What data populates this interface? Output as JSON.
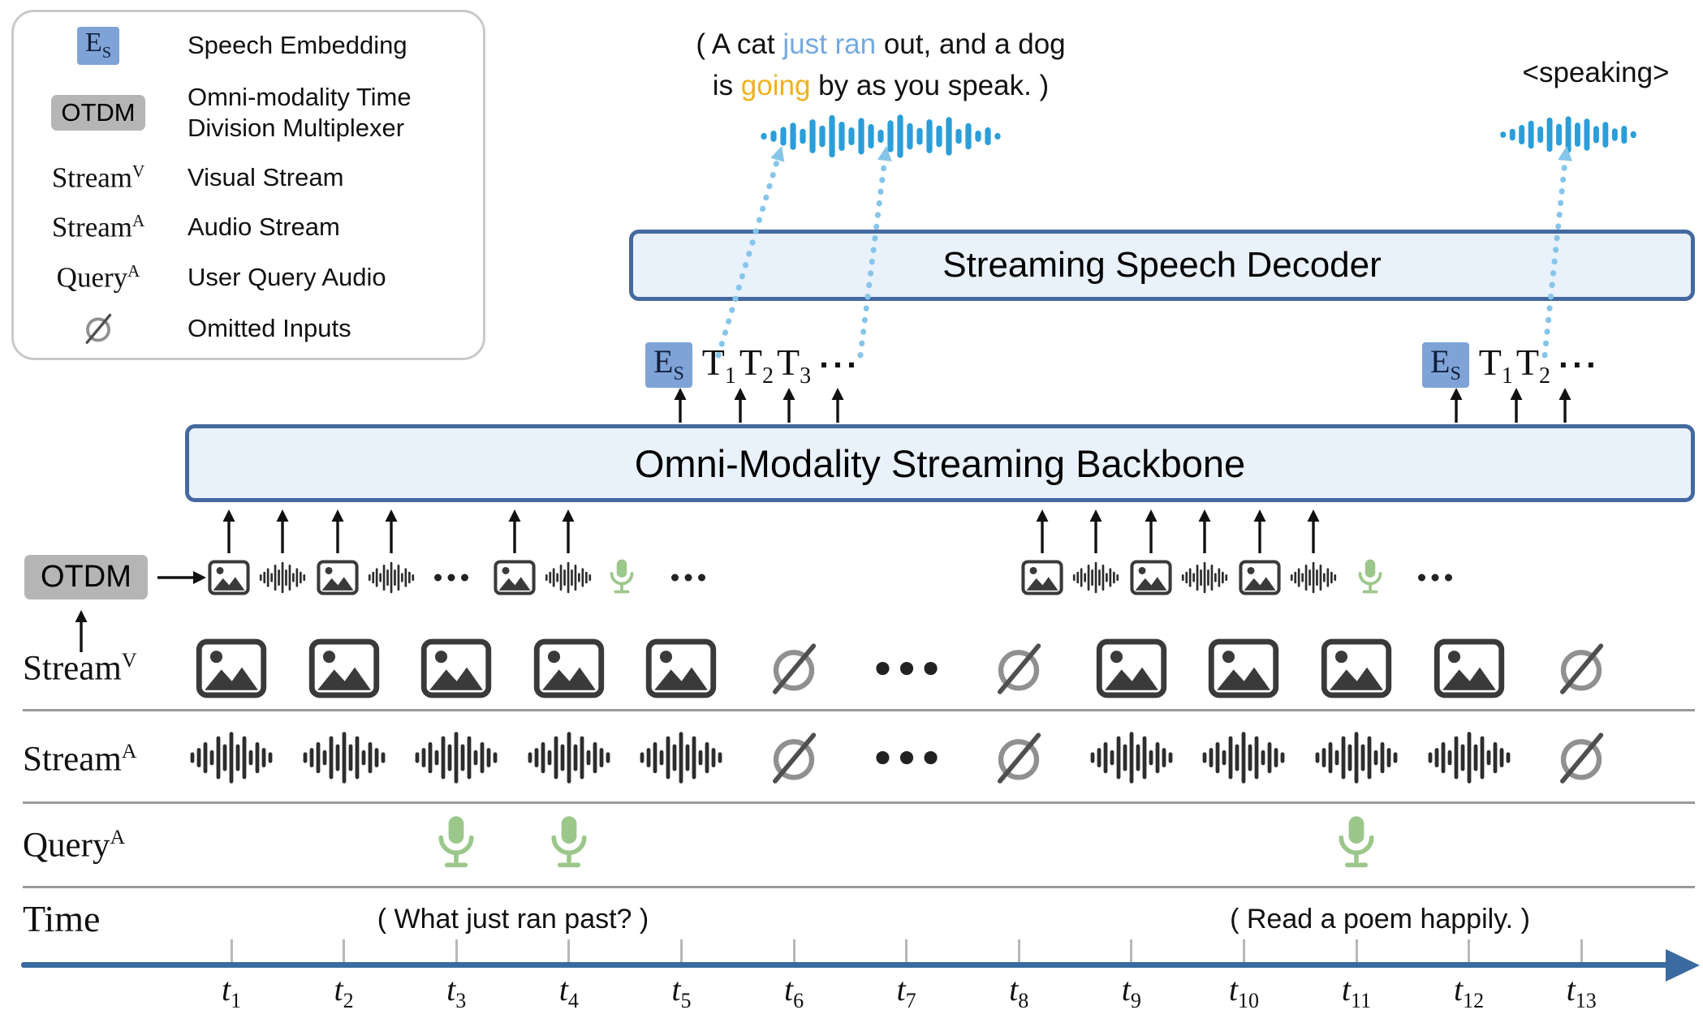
{
  "colors": {
    "box_border": "#44699f",
    "box_fill": "#e9f1fa",
    "es_fill": "#7fa3d7",
    "otdm_fill": "#b5b5b5",
    "mic_green": "#9cc78b",
    "wave_blue": "#2b9ed9",
    "wave_dark": "#2d2d2d",
    "highlight_blue": "#74aadf",
    "highlight_orange": "#f0b11e",
    "timeline_blue": "#3b6aa0",
    "empty_gray": "#909090"
  },
  "legend": {
    "items": [
      {
        "type": "es-chip",
        "base": "E",
        "sub": "S",
        "label": "Speech Embedding"
      },
      {
        "type": "otdm-chip",
        "text": "OTDM",
        "label": "Omni-modality Time Division Multiplexer"
      },
      {
        "type": "serif",
        "base": "Stream",
        "sup": "V",
        "label": "Visual Stream"
      },
      {
        "type": "serif",
        "base": "Stream",
        "sup": "A",
        "label": "Audio Stream"
      },
      {
        "type": "serif",
        "base": "Query",
        "sup": "A",
        "label": "User Query Audio"
      },
      {
        "type": "empty",
        "label": "Omitted Inputs"
      }
    ]
  },
  "speech_bubble": {
    "line1": [
      {
        "t": "( A cat "
      },
      {
        "t": "just ran",
        "c": "blue"
      },
      {
        "t": " out, and a dog"
      }
    ],
    "line2": [
      {
        "t": "is "
      },
      {
        "t": "going",
        "c": "orange"
      },
      {
        "t": " by as you speak. )"
      }
    ]
  },
  "speaking_tag": "<speaking>",
  "decoder": {
    "label": "Streaming Speech Decoder"
  },
  "backbone": {
    "label": "Omni-Modality Streaming Backbone"
  },
  "tokens": {
    "left": {
      "embedding": {
        "base": "E",
        "sub": "S"
      },
      "items": [
        {
          "base": "T",
          "sub": "1"
        },
        {
          "base": "T",
          "sub": "2"
        },
        {
          "base": "T",
          "sub": "3"
        }
      ],
      "ellipsis": "···"
    },
    "right": {
      "embedding": {
        "base": "E",
        "sub": "S"
      },
      "items": [
        {
          "base": "T",
          "sub": "1"
        },
        {
          "base": "T",
          "sub": "2"
        }
      ],
      "ellipsis": "···"
    }
  },
  "otdm": {
    "label": "OTDM",
    "left_icons": [
      "image-icon",
      "waveform-icon",
      "image-icon",
      "waveform-icon",
      "ellipsis-icon",
      "image-icon",
      "waveform-icon",
      "mic-icon",
      "ellipsis-icon"
    ],
    "right_icons": [
      "image-icon",
      "waveform-icon",
      "image-icon",
      "waveform-icon",
      "image-icon",
      "waveform-icon",
      "mic-icon",
      "ellipsis-icon"
    ]
  },
  "streams": {
    "visual": {
      "label": {
        "base": "Stream",
        "sup": "V"
      },
      "cells": [
        "image-icon",
        "image-icon",
        "image-icon",
        "image-icon",
        "image-icon",
        "empty-icon",
        "ellipsis-icon",
        "empty-icon",
        "image-icon",
        "image-icon",
        "image-icon",
        "image-icon",
        "empty-icon"
      ]
    },
    "audio": {
      "label": {
        "base": "Stream",
        "sup": "A"
      },
      "cells": [
        "waveform-icon",
        "waveform-icon",
        "waveform-icon",
        "waveform-icon",
        "waveform-icon",
        "empty-icon",
        "ellipsis-icon",
        "empty-icon",
        "waveform-icon",
        "waveform-icon",
        "waveform-icon",
        "waveform-icon",
        "empty-icon"
      ]
    },
    "query": {
      "label": {
        "base": "Query",
        "sup": "A"
      },
      "cells": [
        "none",
        "none",
        "mic-icon",
        "mic-icon",
        "none",
        "none",
        "none",
        "none",
        "none",
        "none",
        "mic-icon",
        "none",
        "none"
      ]
    }
  },
  "time": {
    "label": "Time",
    "captions": [
      "( What just ran past? )",
      "( Read a poem happily. )"
    ],
    "ticks": [
      {
        "base": "t",
        "sub": "1"
      },
      {
        "base": "t",
        "sub": "2"
      },
      {
        "base": "t",
        "sub": "3"
      },
      {
        "base": "t",
        "sub": "4"
      },
      {
        "base": "t",
        "sub": "5"
      },
      {
        "base": "t",
        "sub": "6"
      },
      {
        "base": "t",
        "sub": "7"
      },
      {
        "base": "t",
        "sub": "8"
      },
      {
        "base": "t",
        "sub": "9"
      },
      {
        "base": "t",
        "sub": "10"
      },
      {
        "base": "t",
        "sub": "11"
      },
      {
        "base": "t",
        "sub": "12"
      },
      {
        "base": "t",
        "sub": "13"
      }
    ]
  }
}
